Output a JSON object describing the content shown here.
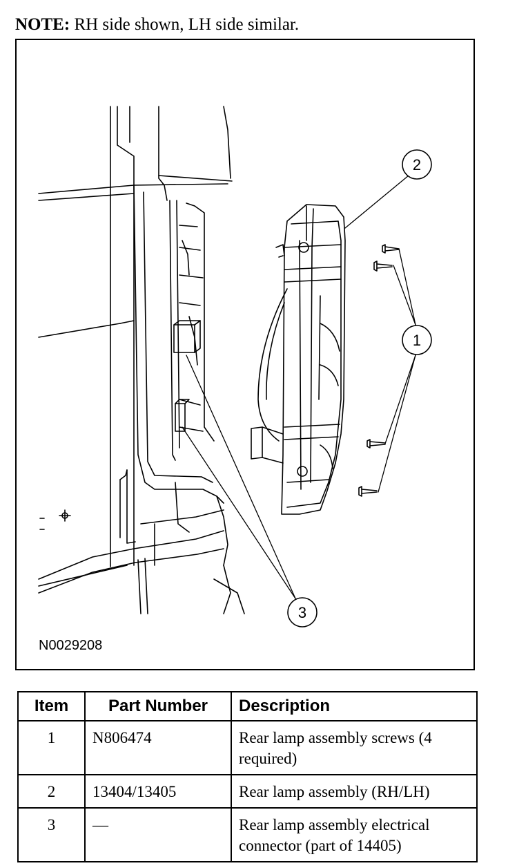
{
  "note": {
    "label": "NOTE:",
    "text": "RH side shown, LH side similar."
  },
  "figure": {
    "id": "N0029208",
    "callouts": [
      "1",
      "2",
      "3"
    ]
  },
  "parts_table": {
    "headers": [
      "Item",
      "Part Number",
      "Description"
    ],
    "rows": [
      {
        "item": "1",
        "part_number": "N806474",
        "description": "Rear lamp assembly screws (4 required)"
      },
      {
        "item": "2",
        "part_number": "13404/13405",
        "description": "Rear lamp assembly (RH/LH)"
      },
      {
        "item": "3",
        "part_number": "—",
        "description": "Rear lamp assembly electrical connector (part of 14405)"
      }
    ]
  }
}
